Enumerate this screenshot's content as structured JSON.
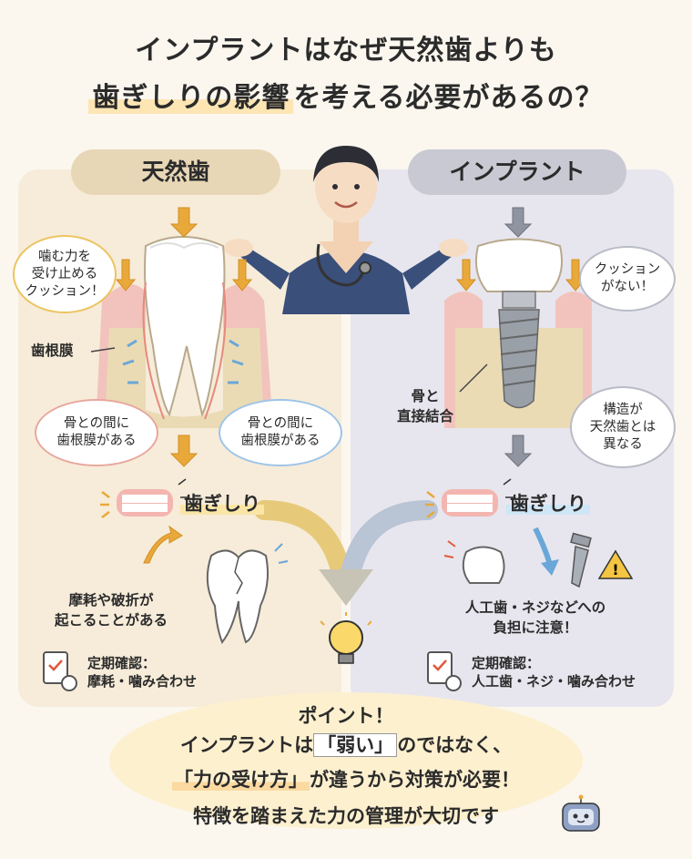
{
  "title": {
    "line1": "インプラントはなぜ天然歯よりも",
    "line2_hl": "歯ぎしりの影響",
    "line2_rest": "を考える必要があるの？"
  },
  "natural": {
    "header": "天然歯",
    "cushion_bubble": [
      "噛む力を",
      "受け止める",
      "クッション！"
    ],
    "pdl_label": "歯根膜",
    "bubble_left": [
      "骨との間に",
      "歯根膜がある"
    ],
    "bubble_right": [
      "骨との間に",
      "歯根膜がある"
    ],
    "bruxism": "歯ぎしり",
    "result": [
      "摩耗や破折が",
      "起こることがある"
    ],
    "check_title": "定期確認：",
    "check_items": "摩耗・噛み合わせ"
  },
  "implant": {
    "header": "インプラント",
    "no_cushion_bubble": [
      "クッション",
      "がない！"
    ],
    "bone_label": [
      "骨と",
      "直接結合"
    ],
    "structure_bubble": [
      "構造が",
      "天然歯とは",
      "異なる"
    ],
    "bruxism": "歯ぎしり",
    "result": [
      "人工歯・ネジなどへの",
      "負担に注意！"
    ],
    "check_title": "定期確認：",
    "check_items": "人工歯・ネジ・噛み合わせ"
  },
  "point": {
    "heading": "ポイント！",
    "line1_a": "インプラントは",
    "line1_box": "「弱い」",
    "line1_b": "のではなく、",
    "line2_hl": "「力の受け方」",
    "line2_rest": "が違うから対策が必要！",
    "line3": "特徴を踏まえた力の管理が大切です"
  },
  "colors": {
    "natural_panel": "#f6ecd9",
    "implant_panel": "#e7e6ee",
    "arrow_orange": "#e9a93a",
    "arrow_gray": "#7d8290",
    "highlight_yellow": "#fde6b4"
  }
}
